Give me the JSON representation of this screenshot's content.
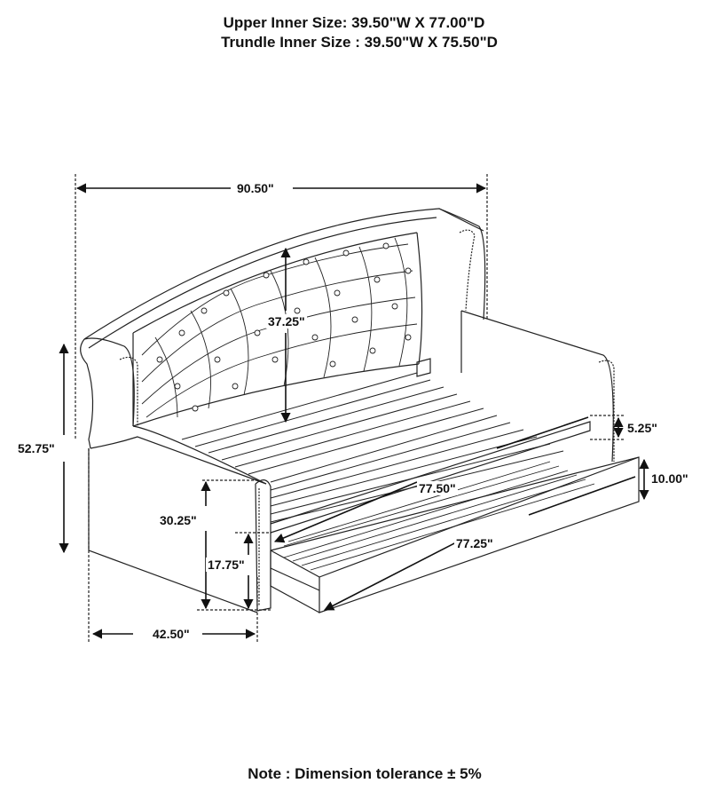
{
  "header": {
    "upper_inner_size": "Upper Inner Size: 39.50\"W X 77.00\"D",
    "trundle_inner_size": "Trundle Inner Size : 39.50\"W X 75.50\"D"
  },
  "dimensions": {
    "overall_width": "90.50\"",
    "overall_height": "52.75\"",
    "back_height": "37.25\"",
    "arm_height": "30.25\"",
    "seat_height": "17.75\"",
    "overall_depth": "42.50\"",
    "upper_length": "77.50\"",
    "rail_height": "5.25\"",
    "trundle_height": "10.00\"",
    "trundle_length": "77.25\""
  },
  "footer": {
    "note": "Note : Dimension tolerance ± 5%"
  },
  "colors": {
    "line": "#222222",
    "background": "#ffffff"
  }
}
